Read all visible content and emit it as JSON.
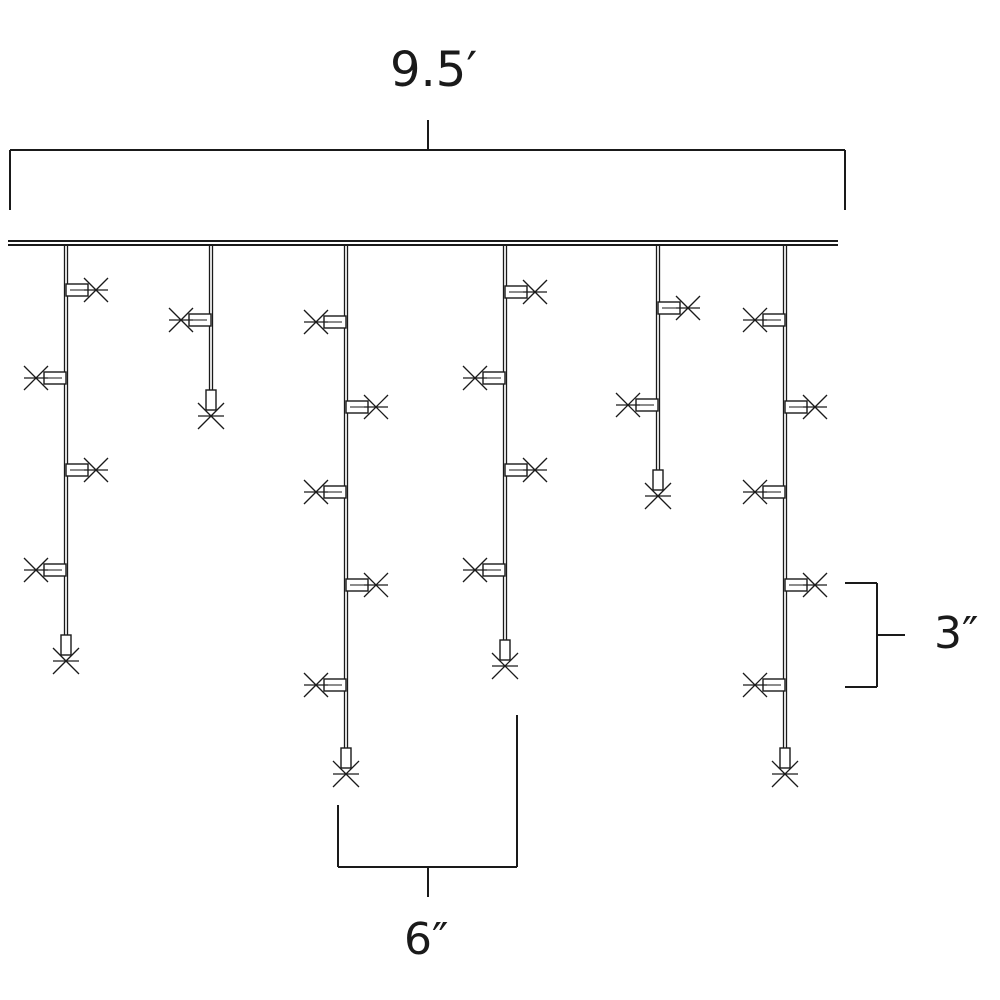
{
  "dimensions": {
    "overall_width": "9.5′",
    "bulb_spacing": "3″",
    "strand_spacing": "6″"
  },
  "colors": {
    "line": "#1a1a1a",
    "background": "#ffffff"
  }
}
